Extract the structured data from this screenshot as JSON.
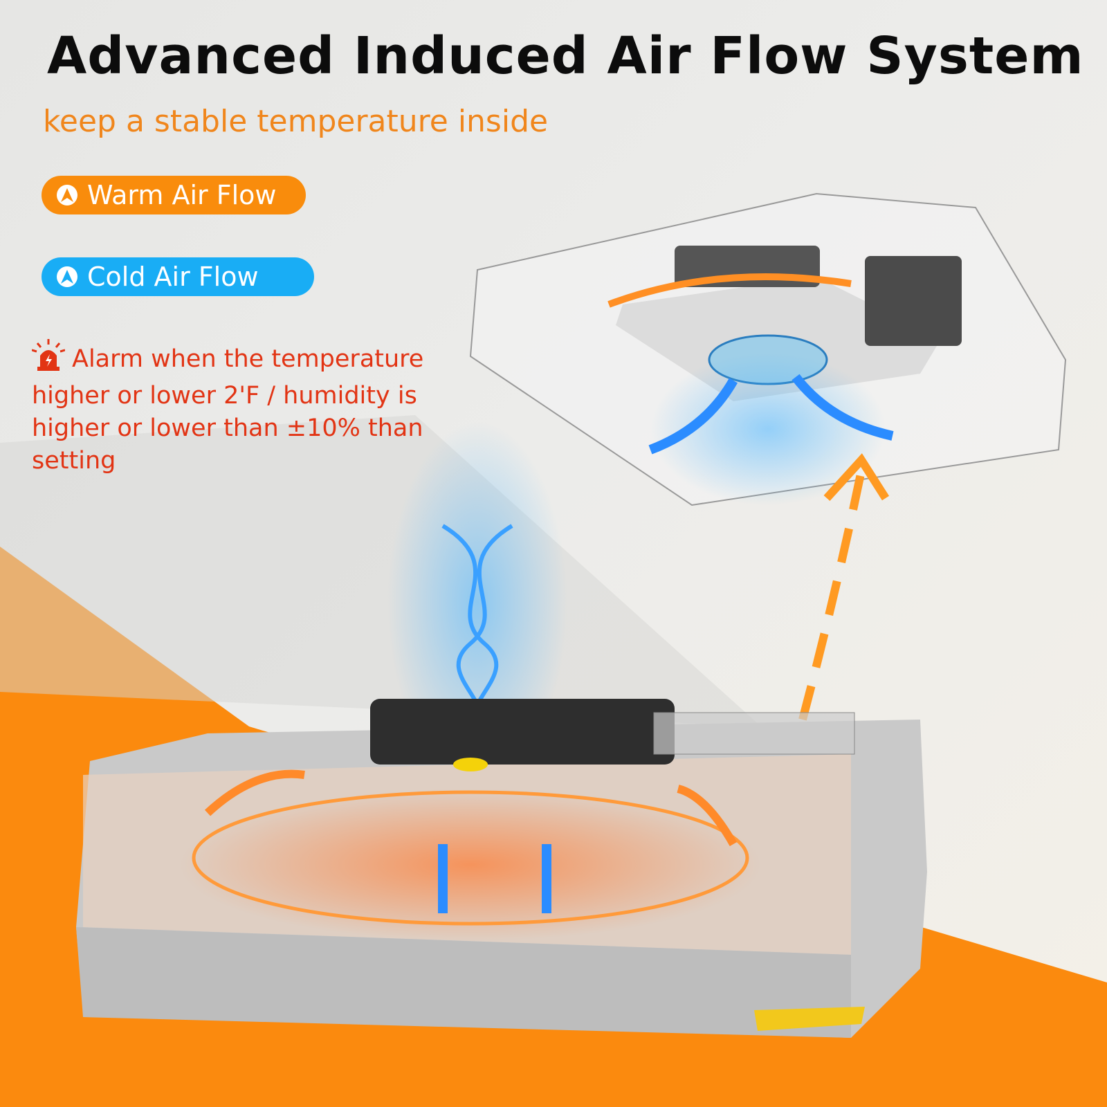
{
  "header": {
    "title": "Advanced Induced Air Flow System",
    "subtitle": "keep a stable temperature inside"
  },
  "legend": {
    "warm_label": "Warm Air Flow",
    "cold_label": "Cold Air Flow",
    "warm_color": "#f98c0c",
    "cold_color": "#19adf5"
  },
  "alarm": {
    "icon": "siren-icon",
    "text": "Alarm when the temperature higher or lower 2'F / humidity is higher or lower than ±10% than setting"
  }
}
